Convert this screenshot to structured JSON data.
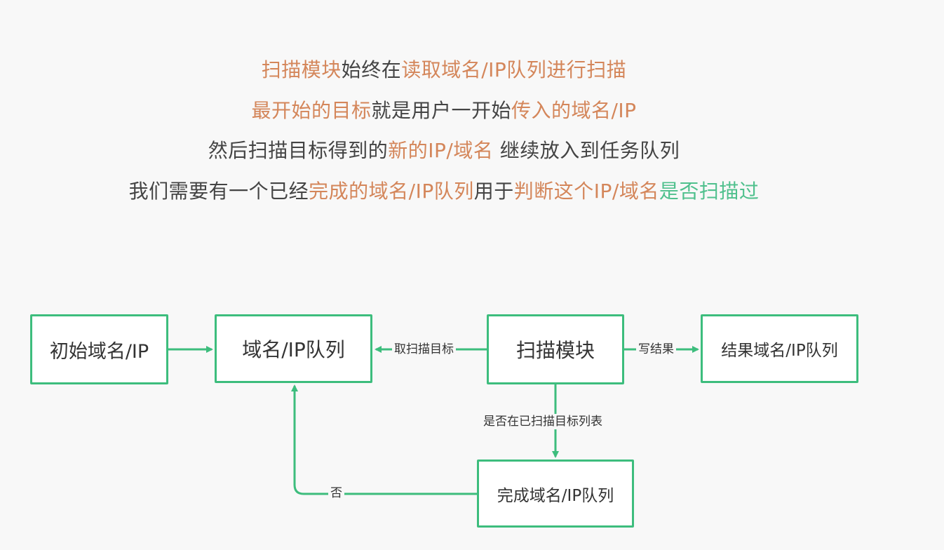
{
  "colors": {
    "text": "#444444",
    "highlight_orange": "#d4865a",
    "highlight_green": "#4fc08d",
    "diagram_green": "#3dbd7d"
  },
  "text_lines": [
    {
      "segments": [
        {
          "text": "扫描模块",
          "style": "orange"
        },
        {
          "text": "始终在",
          "style": "plain"
        },
        {
          "text": "读取域名/IP队列进行扫描",
          "style": "orange"
        }
      ]
    },
    {
      "segments": [
        {
          "text": "最开始的目标",
          "style": "orange"
        },
        {
          "text": "就是用户一开始",
          "style": "plain"
        },
        {
          "text": "传入的域名/IP",
          "style": "orange"
        }
      ]
    },
    {
      "segments": [
        {
          "text": "然后扫描目标得到的",
          "style": "plain"
        },
        {
          "text": "新的IP/域名",
          "style": "orange"
        },
        {
          "text": " 继续放入到任务队列",
          "style": "plain"
        }
      ]
    },
    {
      "segments": [
        {
          "text": "我们需要有一个已经",
          "style": "plain"
        },
        {
          "text": "完成的域名/IP队列",
          "style": "orange"
        },
        {
          "text": "用于",
          "style": "plain"
        },
        {
          "text": "判断这个IP/域名",
          "style": "orange"
        },
        {
          "text": "是否扫描过",
          "style": "green"
        }
      ]
    }
  ],
  "diagram": {
    "nodes": {
      "initial": "初始域名/IP",
      "queue": "域名/IP队列",
      "scanner": "扫描模块",
      "result": "结果域名/IP队列",
      "done": "完成域名/IP队列"
    },
    "edges": {
      "take_target": "取扫描目标",
      "write_result": "写结果",
      "check_scanned": "是否在已扫描目标列表",
      "no": "否"
    }
  }
}
